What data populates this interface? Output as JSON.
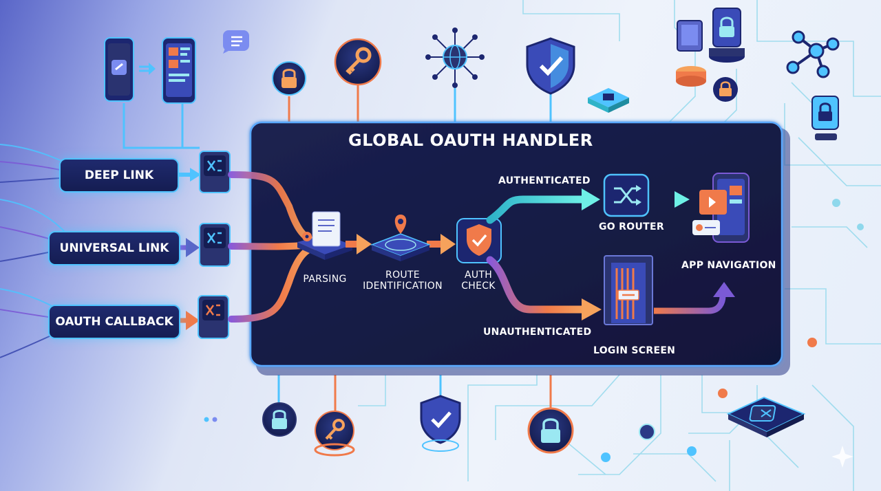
{
  "panel": {
    "title": "GLOBAL OAUTH HANDLER"
  },
  "inputs": [
    {
      "label": "DEEP LINK"
    },
    {
      "label": "UNIVERSAL LINK"
    },
    {
      "label": "OAUTH CALLBACK"
    }
  ],
  "steps": {
    "parsing": "PARSING",
    "route_line1": "ROUTE",
    "route_line2": "IDENTIFICATION",
    "auth_line1": "AUTH",
    "auth_line2": "CHECK"
  },
  "branches": {
    "authenticated": "AUTHENTICATED",
    "unauthenticated": "UNAUTHENTICATED"
  },
  "outputs": {
    "go_router": "GO ROUTER",
    "app_navigation": "APP NAVIGATION",
    "login_screen": "LOGIN SCREEN"
  },
  "icons": [
    "phone-link-icon",
    "phone-app-icon",
    "chat-bubble-icon",
    "lock-icon",
    "key-icon",
    "globe-network-icon",
    "shield-check-icon",
    "chip-icon",
    "molecule-icon",
    "shuffle-icon",
    "document-gear-icon",
    "location-pin-icon",
    "door-icon",
    "sparkle-icon"
  ],
  "colors": {
    "panel": "#14193f",
    "panel_border": "#5aa9ff",
    "flow_orange": "#f07a4a",
    "flow_teal": "#3fd0d8",
    "flow_purple": "#7b5ad6",
    "accent_cyan": "#4fc3ff"
  }
}
